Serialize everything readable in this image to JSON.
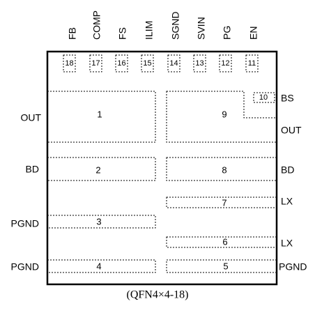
{
  "top_pins": [
    {
      "name": "FB",
      "number": "18"
    },
    {
      "name": "COMP",
      "number": "17"
    },
    {
      "name": "FS",
      "number": "16"
    },
    {
      "name": "ILIM",
      "number": "15"
    },
    {
      "name": "SGND",
      "number": "14"
    },
    {
      "name": "SVIN",
      "number": "13"
    },
    {
      "name": "PG",
      "number": "12"
    },
    {
      "name": "EN",
      "number": "11"
    }
  ],
  "pads": [
    {
      "number": "1"
    },
    {
      "number": "2"
    },
    {
      "number": "3"
    },
    {
      "number": "4"
    },
    {
      "number": "5"
    },
    {
      "number": "6"
    },
    {
      "number": "7"
    },
    {
      "number": "8"
    },
    {
      "number": "9"
    },
    {
      "number": "10"
    }
  ],
  "left_labels": [
    "OUT",
    "BD",
    "PGND",
    "PGND"
  ],
  "right_labels": [
    "BS",
    "OUT",
    "BD",
    "LX",
    "LX",
    "PGND"
  ],
  "package": "(QFN4×4-18)"
}
